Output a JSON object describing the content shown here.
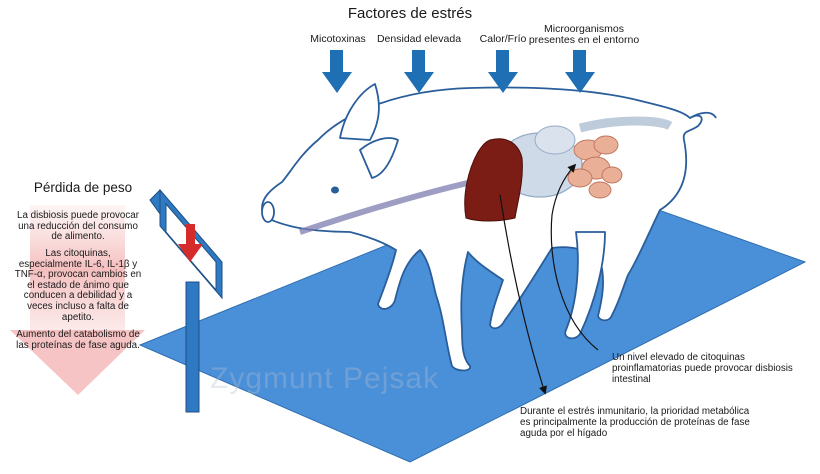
{
  "title": "Factores de estrés",
  "stress_factors": [
    "Micotoxinas",
    "Densidad elevada",
    "Calor/Frío",
    "Microorganismos presentes en el entorno"
  ],
  "side": {
    "title": "Pérdida de peso",
    "paragraphs": [
      "La disbiosis puede provocar una reducción del consumo de alimento.",
      "Las citoquinas, especialmente IL-6, IL-1β y TNF-α, provocan cambios en el estado de ánimo que conducen a debilidad y a veces incluso a falta de apetito.",
      "Aumento del catabolismo de las proteínas de fase aguda."
    ]
  },
  "notes": {
    "cytokines": "Un nivel elevado de citoquinas proinflamatorias puede provocar disbiosis intestinal",
    "liver": "Durante el estrés inmunitario, la prioridad metabólica es principalmente la producción de proteínas de fase aguda por el hígado"
  },
  "watermark": "Zygmunt Pejsak",
  "colors": {
    "arrow": "#1f6fb5",
    "platform": "#4a90d9",
    "liver": "#7b1d14",
    "scale_arrow": "#d62b2b"
  }
}
